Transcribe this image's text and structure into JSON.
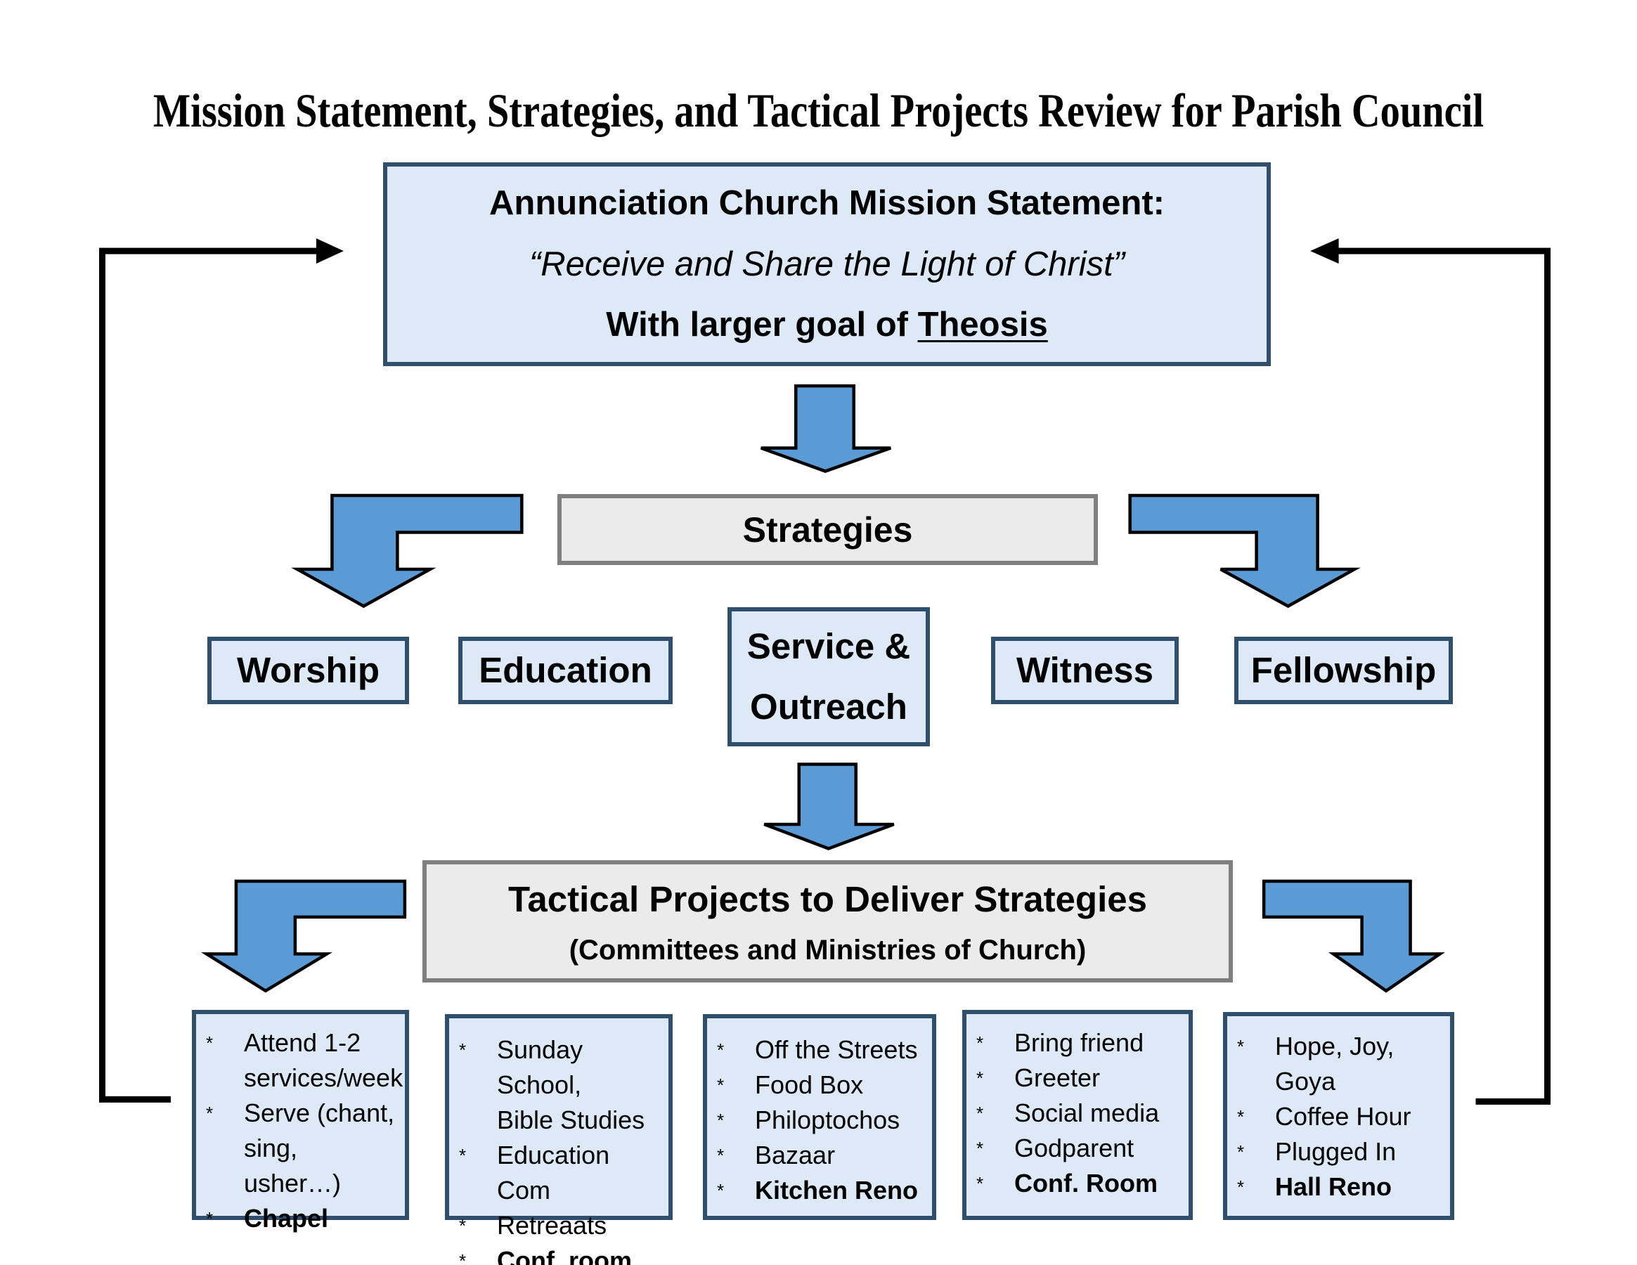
{
  "title": "Mission Statement, Strategies, and Tactical Projects Review for Parish Council",
  "mission": {
    "heading": "Annunciation Church Mission Statement:",
    "quote": "“Receive and Share the Light of Christ”",
    "goal_prefix": "With larger goal of ",
    "goal_word": "Theosis"
  },
  "strategies_label": "Strategies",
  "strategies": [
    {
      "label": "Worship"
    },
    {
      "label": "Education"
    },
    {
      "label": "Service & Outreach"
    },
    {
      "label": "Witness"
    },
    {
      "label": "Fellowship"
    }
  ],
  "tactical": {
    "title": "Tactical Projects to Deliver Strategies",
    "subtitle": "(Committees and Ministries of Church)"
  },
  "projects": [
    {
      "items": [
        {
          "text": "Attend 1-2 services/week",
          "lines": [
            "Attend 1-2",
            "services/week"
          ],
          "bold": false
        },
        {
          "text": "Serve (chant, sing, usher…)",
          "lines": [
            "Serve (chant,",
            "sing, usher…)"
          ],
          "bold": false
        },
        {
          "text": "Chapel",
          "lines": [
            "Chapel"
          ],
          "bold": true
        }
      ]
    },
    {
      "items": [
        {
          "text": "Sunday School, Bible Studies",
          "lines": [
            "Sunday School,",
            "Bible Studies"
          ],
          "bold": false
        },
        {
          "text": "Education Com",
          "lines": [
            "Education Com"
          ],
          "bold": false
        },
        {
          "text": "Retreaats",
          "lines": [
            "Retreaats"
          ],
          "bold": false
        },
        {
          "text": "Conf. room",
          "lines": [
            "Conf. room"
          ],
          "bold": true
        }
      ]
    },
    {
      "items": [
        {
          "text": "Off the Streets",
          "lines": [
            "Off the Streets"
          ],
          "bold": false
        },
        {
          "text": "Food Box",
          "lines": [
            "Food Box"
          ],
          "bold": false
        },
        {
          "text": "Philoptochos",
          "lines": [
            "Philoptochos"
          ],
          "bold": false
        },
        {
          "text": "Bazaar",
          "lines": [
            "Bazaar"
          ],
          "bold": false
        },
        {
          "text": "Kitchen Reno",
          "lines": [
            "Kitchen Reno"
          ],
          "bold": true
        }
      ]
    },
    {
      "items": [
        {
          "text": "Bring friend",
          "lines": [
            "Bring friend"
          ],
          "bold": false
        },
        {
          "text": "Greeter",
          "lines": [
            "Greeter"
          ],
          "bold": false
        },
        {
          "text": "Social media",
          "lines": [
            "Social media"
          ],
          "bold": false
        },
        {
          "text": "Godparent",
          "lines": [
            "Godparent"
          ],
          "bold": false
        },
        {
          "text": "Conf. Room",
          "lines": [
            "Conf. Room"
          ],
          "bold": true
        }
      ]
    },
    {
      "items": [
        {
          "text": "Hope, Joy, Goya",
          "lines": [
            "Hope, Joy,",
            "Goya"
          ],
          "bold": false
        },
        {
          "text": "Coffee Hour",
          "lines": [
            "Coffee Hour"
          ],
          "bold": false
        },
        {
          "text": "Plugged In",
          "lines": [
            "Plugged In"
          ],
          "bold": false
        },
        {
          "text": "Hall Reno",
          "lines": [
            "Hall Reno"
          ],
          "bold": true
        }
      ]
    }
  ],
  "bullet_glyph": "*",
  "colors": {
    "box_fill": "#dde9f7",
    "box_border": "#2f4f6d",
    "gray_fill": "#ebebeb",
    "gray_border": "#7f7f7f",
    "arrow_fill": "#5b9bd5"
  }
}
